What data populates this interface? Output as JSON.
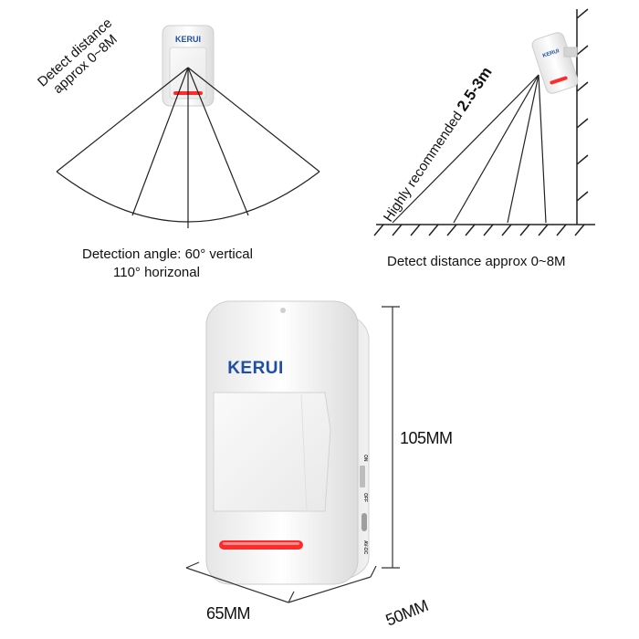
{
  "brand": "KERUI",
  "top_left": {
    "detect_line1": "Detect distance",
    "detect_line2": "approx 0~8M",
    "angle_line1": "Detection angle: 60° vertical",
    "angle_line2": "110° horizonal"
  },
  "top_right": {
    "recommended_prefix": "Highly recommended",
    "recommended_value": "2.5-3m",
    "detect_caption": "Detect distance approx 0~8M"
  },
  "dimensions": {
    "height": "105MM",
    "width": "65MM",
    "depth": "50MM"
  },
  "switch_labels": {
    "on": "ON",
    "off": "OFF",
    "jumper": "AV-DC"
  },
  "colors": {
    "led_red": "#ff2a2a",
    "brand_blue": "#1f4fa3",
    "body_white": "#f4f4f4",
    "line": "#222222"
  }
}
